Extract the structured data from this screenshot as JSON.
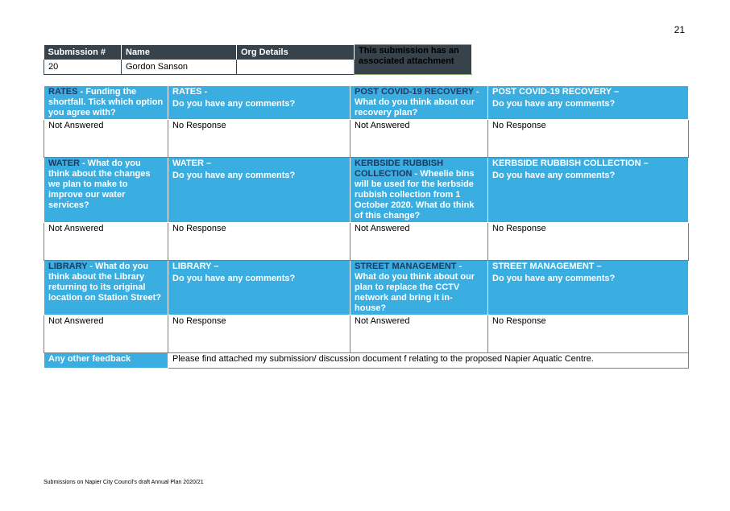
{
  "page_number": "21",
  "submission": {
    "headers": [
      "Submission #",
      "Name",
      "Org Details"
    ],
    "values": [
      "20",
      "Gordon Sanson",
      ""
    ],
    "attachment_note": "This submission has an associated attachment"
  },
  "questions": [
    {
      "cells": [
        {
          "topic": "RATES",
          "text": " - Funding the shortfall. Tick which option you agree with?"
        },
        {
          "topic": "RATES -",
          "text": "Do you have any comments?"
        },
        {
          "topic": "POST COVID-19 RECOVERY",
          "text": " - What do you think about our recovery plan?"
        },
        {
          "topic": "POST COVID-19 RECOVERY –",
          "text": "Do you have any comments?"
        }
      ],
      "answers": [
        "Not Answered",
        "No Response",
        "Not Answered",
        "No Response"
      ]
    },
    {
      "cells": [
        {
          "topic": "WATER",
          "text": " - What do you think about the changes we plan to make to improve our water services?"
        },
        {
          "topic": "WATER –",
          "text": "Do you have any comments?"
        },
        {
          "topic": "KERBSIDE RUBBISH COLLECTION",
          "text": " - Wheelie bins will be used for the kerbside rubbish collection from 1 October 2020. What do think of this change?"
        },
        {
          "topic": "KERBSIDE RUBBISH COLLECTION –",
          "text": "Do you have any comments?"
        }
      ],
      "answers": [
        "Not Answered",
        "No Response",
        "Not Answered",
        "No Response"
      ]
    },
    {
      "cells": [
        {
          "topic": "LIBRARY",
          "text": " - What do you think about the Library returning to its original location on Station Street?"
        },
        {
          "topic": "LIBRARY –",
          "text": "Do you have any comments?"
        },
        {
          "topic": "STREET MANAGEMENT",
          "text": " - What do you think about our plan to replace the CCTV network and bring it in-house?"
        },
        {
          "topic": "STREET MANAGEMENT –",
          "text": "Do you have any comments?"
        }
      ],
      "answers": [
        "Not Answered",
        "No Response",
        "Not Answered",
        "No Response"
      ]
    }
  ],
  "feedback": {
    "label": "Any other feedback",
    "value": "Please find attached my submission/ discussion document f relating to the proposed Napier Aquatic Centre."
  },
  "footer": "Submissions on Napier City Council's draft Annual Plan 2020/21",
  "colors": {
    "header_dark": "#37424a",
    "question_blue": "#3aaee0",
    "attachment_green": "#c6e8b3",
    "topic_navy": "#1f3864"
  }
}
